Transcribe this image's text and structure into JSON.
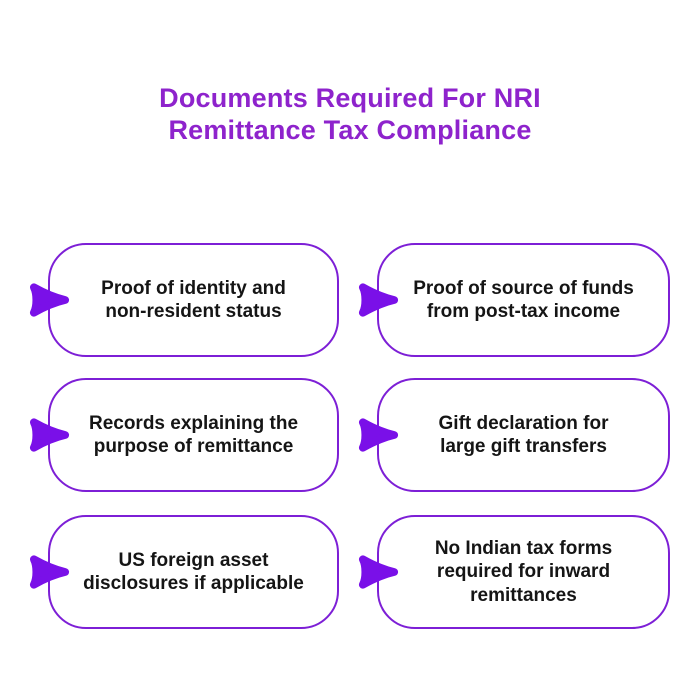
{
  "title": {
    "lines": [
      "Documents Required For NRI",
      "Remittance Tax Compliance"
    ]
  },
  "colors": {
    "bg": "#FFFFFF",
    "title": "#8E23CC",
    "border": "#7D1FD6",
    "arrow": "#7A10E8",
    "text": "#151515"
  },
  "icons": {
    "card_marker": "arrow-right-icon"
  },
  "cards": [
    {
      "id": "proof-of-identity",
      "lines": [
        "Proof of identity and",
        "non-resident status"
      ]
    },
    {
      "id": "proof-of-source-funds",
      "lines": [
        "Proof of source of funds",
        "from post-tax income"
      ]
    },
    {
      "id": "records-purpose",
      "lines": [
        "Records explaining the",
        "purpose of remittance"
      ]
    },
    {
      "id": "gift-declaration",
      "lines": [
        "Gift declaration for",
        "large gift transfers"
      ]
    },
    {
      "id": "us-foreign-asset",
      "lines": [
        "US foreign asset",
        "disclosures if applicable"
      ]
    },
    {
      "id": "no-indian-tax-forms",
      "lines": [
        "No Indian tax forms",
        "required for inward",
        "remittances"
      ]
    }
  ]
}
